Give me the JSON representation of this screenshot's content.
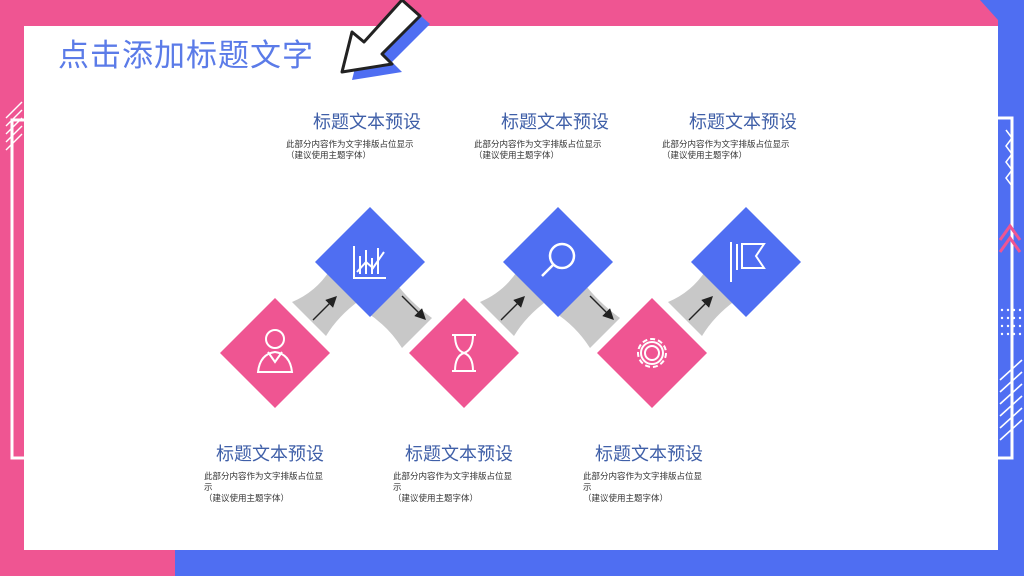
{
  "slide": {
    "title": "点击添加标题文字",
    "colors": {
      "pink": "#ef5592",
      "blue": "#4f6ef2",
      "connector": "#c8c8c8",
      "heading": "#3f5fa8"
    },
    "items": [
      {
        "heading": "标题文本预设",
        "desc": "此部分内容作为文字排版占位显\n示\n（建议使用主题字体）",
        "icon": "person-icon",
        "color": "pink"
      },
      {
        "heading": "标题文本预设",
        "desc": "此部分内容作为文字排版占位显示\n（建议使用主题字体）",
        "icon": "growth-chart-icon",
        "color": "blue"
      },
      {
        "heading": "标题文本预设",
        "desc": "此部分内容作为文字排版占位显\n示\n（建议使用主题字体）",
        "icon": "hourglass-icon",
        "color": "pink"
      },
      {
        "heading": "标题文本预设",
        "desc": "此部分内容作为文字排版占位显示\n（建议使用主题字体）",
        "icon": "magnifier-icon",
        "color": "blue"
      },
      {
        "heading": "标题文本预设",
        "desc": "此部分内容作为文字排版占位显\n示\n（建议使用主题字体）",
        "icon": "gear-icon",
        "color": "pink"
      },
      {
        "heading": "标题文本预设",
        "desc": "此部分内容作为文字排版占位显示\n（建议使用主题字体）",
        "icon": "flag-icon",
        "color": "blue"
      }
    ]
  }
}
